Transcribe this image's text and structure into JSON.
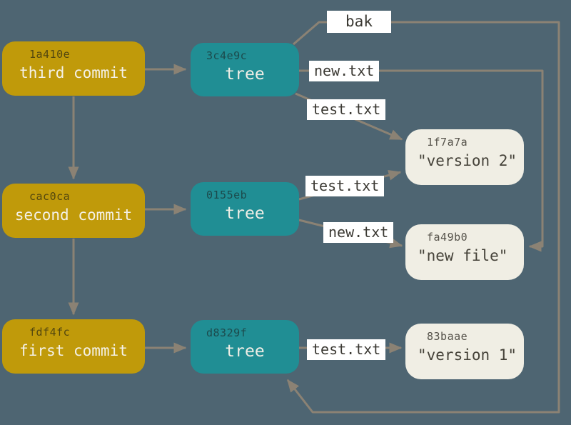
{
  "colors": {
    "bg": "#4E6572",
    "commit": "#C09A0A",
    "tree": "#208E94",
    "blob": "#F0EEE4",
    "line": "#8B8274",
    "labelbg": "#FFFFFF"
  },
  "nodes": {
    "commits": [
      {
        "hash": "1a410e",
        "label": "third commit"
      },
      {
        "hash": "cac0ca",
        "label": "second commit"
      },
      {
        "hash": "fdf4fc",
        "label": "first commit"
      }
    ],
    "trees": [
      {
        "hash": "3c4e9c",
        "label": "tree"
      },
      {
        "hash": "0155eb",
        "label": "tree"
      },
      {
        "hash": "d8329f",
        "label": "tree"
      }
    ],
    "blobs": [
      {
        "hash": "1f7a7a",
        "label": "\"version 2\""
      },
      {
        "hash": "fa49b0",
        "label": "\"new file\""
      },
      {
        "hash": "83baae",
        "label": "\"version 1\""
      }
    ]
  },
  "edge_labels": [
    {
      "text": "bak"
    },
    {
      "text": "new.txt"
    },
    {
      "text": "test.txt"
    },
    {
      "text": "test.txt"
    },
    {
      "text": "new.txt"
    },
    {
      "text": "test.txt"
    }
  ]
}
